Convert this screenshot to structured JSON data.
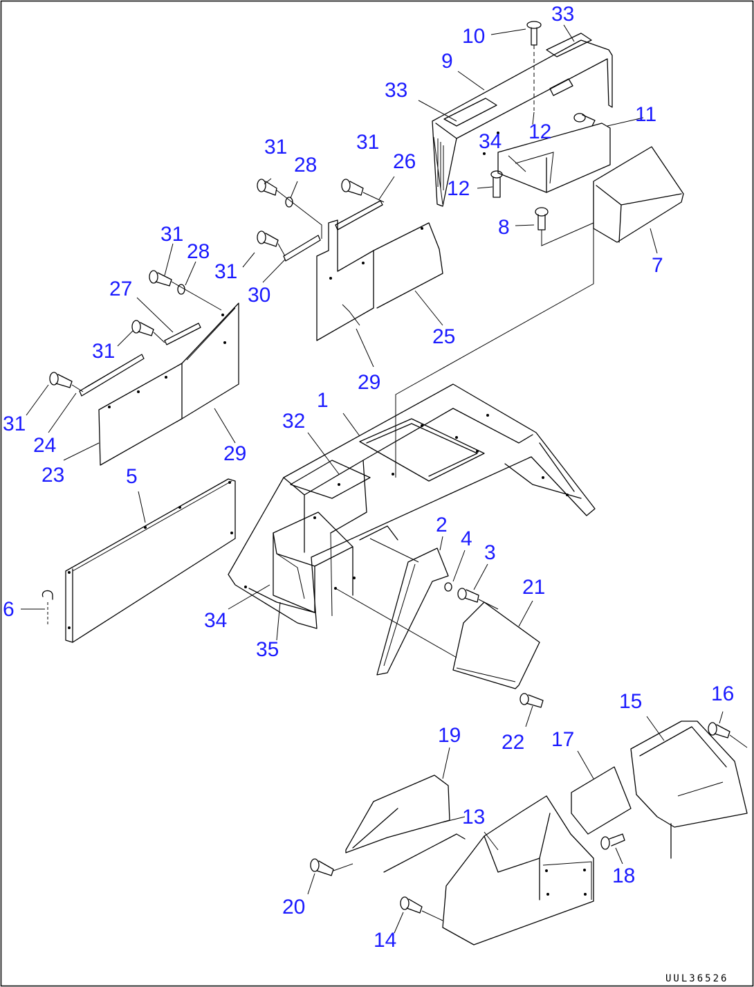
{
  "figure": {
    "drawing_code": "UUL36526",
    "callouts": [
      {
        "id": "c1",
        "label": "1"
      },
      {
        "id": "c2",
        "label": "2"
      },
      {
        "id": "c3",
        "label": "3"
      },
      {
        "id": "c4",
        "label": "4"
      },
      {
        "id": "c5",
        "label": "5"
      },
      {
        "id": "c6",
        "label": "6"
      },
      {
        "id": "c7",
        "label": "7"
      },
      {
        "id": "c8",
        "label": "8"
      },
      {
        "id": "c9",
        "label": "9"
      },
      {
        "id": "c10",
        "label": "10"
      },
      {
        "id": "c11",
        "label": "11"
      },
      {
        "id": "c12a",
        "label": "12"
      },
      {
        "id": "c12b",
        "label": "12"
      },
      {
        "id": "c13",
        "label": "13"
      },
      {
        "id": "c14",
        "label": "14"
      },
      {
        "id": "c15",
        "label": "15"
      },
      {
        "id": "c16",
        "label": "16"
      },
      {
        "id": "c17",
        "label": "17"
      },
      {
        "id": "c18",
        "label": "18"
      },
      {
        "id": "c19",
        "label": "19"
      },
      {
        "id": "c20",
        "label": "20"
      },
      {
        "id": "c21",
        "label": "21"
      },
      {
        "id": "c22",
        "label": "22"
      },
      {
        "id": "c23",
        "label": "23"
      },
      {
        "id": "c24",
        "label": "24"
      },
      {
        "id": "c25",
        "label": "25"
      },
      {
        "id": "c26",
        "label": "26"
      },
      {
        "id": "c27",
        "label": "27"
      },
      {
        "id": "c28a",
        "label": "28"
      },
      {
        "id": "c28b",
        "label": "28"
      },
      {
        "id": "c29a",
        "label": "29"
      },
      {
        "id": "c29b",
        "label": "29"
      },
      {
        "id": "c30",
        "label": "30"
      },
      {
        "id": "c31a",
        "label": "31"
      },
      {
        "id": "c31b",
        "label": "31"
      },
      {
        "id": "c31c",
        "label": "31"
      },
      {
        "id": "c31d",
        "label": "31"
      },
      {
        "id": "c31e",
        "label": "31"
      },
      {
        "id": "c31f",
        "label": "31"
      },
      {
        "id": "c32",
        "label": "32"
      },
      {
        "id": "c33a",
        "label": "33"
      },
      {
        "id": "c33b",
        "label": "33"
      },
      {
        "id": "c34a",
        "label": "34"
      },
      {
        "id": "c34b",
        "label": "34"
      },
      {
        "id": "c35",
        "label": "35"
      }
    ]
  }
}
